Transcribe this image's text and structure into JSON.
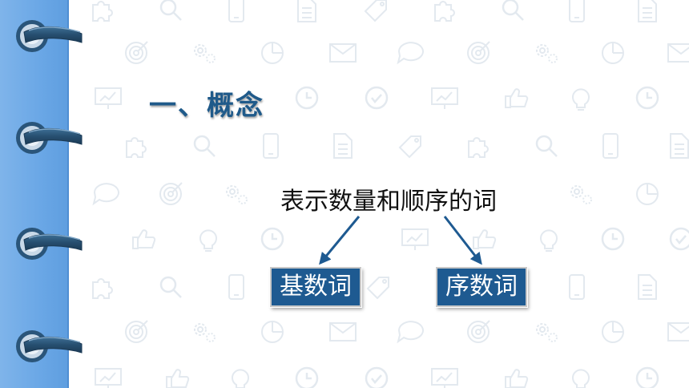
{
  "slide": {
    "title": "一、概念",
    "concept": "表示数量和顺序的词",
    "left_box": "基数词",
    "right_box": "序数词"
  },
  "colors": {
    "spine": "#6aa7e6",
    "title": "#1f5a8a",
    "box_fill": "#1e5a91",
    "box_text": "#ffffff",
    "arrow": "#1e5a91",
    "pattern_icons": "#e4ebf1"
  },
  "icons": [
    "puzzle-icon",
    "search-icon",
    "phone-icon",
    "document-icon",
    "tag-icon",
    "target-icon",
    "gears-icon",
    "pie-chart-icon",
    "envelope-icon",
    "chat-bubble-icon",
    "presentation-icon",
    "clock-icon",
    "check-circle-icon",
    "thumbs-up-icon",
    "lightbulb-icon"
  ]
}
